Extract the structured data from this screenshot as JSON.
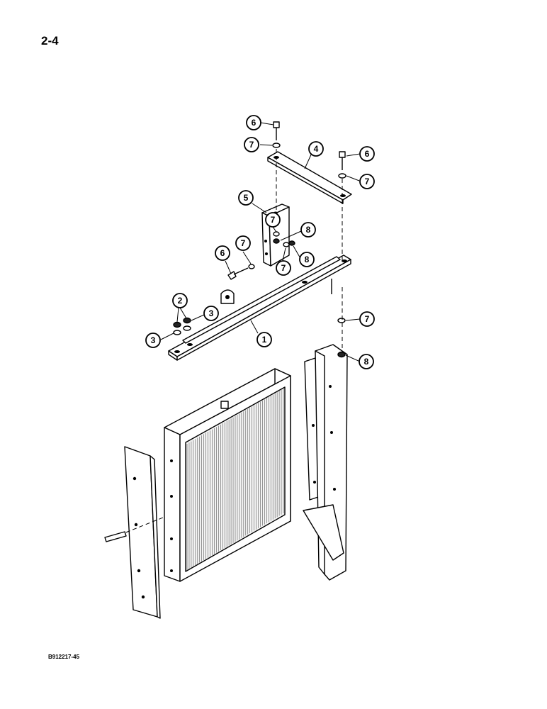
{
  "page": {
    "number": "2-4",
    "figure_id": "B912217-45"
  },
  "callouts": [
    {
      "id": "c1",
      "label": "1"
    },
    {
      "id": "c2",
      "label": "2"
    },
    {
      "id": "c3a",
      "label": "3"
    },
    {
      "id": "c3b",
      "label": "3"
    },
    {
      "id": "c4",
      "label": "4"
    },
    {
      "id": "c5",
      "label": "5"
    },
    {
      "id": "c6a",
      "label": "6"
    },
    {
      "id": "c6b",
      "label": "6"
    },
    {
      "id": "c6c",
      "label": "6"
    },
    {
      "id": "c7a",
      "label": "7"
    },
    {
      "id": "c7b",
      "label": "7"
    },
    {
      "id": "c7c",
      "label": "7"
    },
    {
      "id": "c7d",
      "label": "7"
    },
    {
      "id": "c7e",
      "label": "7"
    },
    {
      "id": "c7f",
      "label": "7"
    },
    {
      "id": "c8a",
      "label": "8"
    },
    {
      "id": "c8b",
      "label": "8"
    },
    {
      "id": "c8c",
      "label": "8"
    }
  ]
}
